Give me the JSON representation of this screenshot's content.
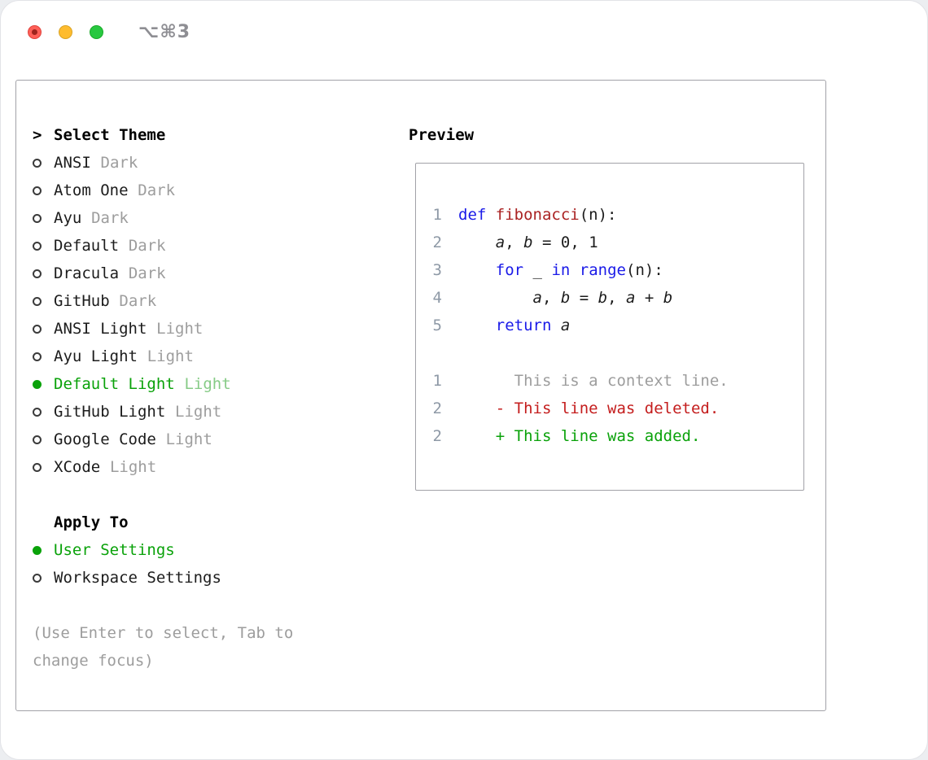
{
  "palette": {
    "green": "#0aa20a",
    "green-dim": "#86cb86",
    "blue": "#1a1ae8",
    "red-fn": "#aa2222",
    "red-del": "#c41d1d",
    "gray": "#9d9d9d",
    "lineno": "#8e99a6",
    "text": "#1c1c1c",
    "border": "#a2a2a8",
    "titlebar-gray": "#8e8e93",
    "btn-red": "#ff5f57",
    "btn-yellow": "#febc2e",
    "btn-green": "#28c840"
  },
  "window": {
    "title": "⌥⌘3"
  },
  "theme_selector": {
    "prompt": ">",
    "title": "Select Theme",
    "items": [
      {
        "name": "ANSI",
        "variant": "Dark",
        "selected": false
      },
      {
        "name": "Atom One",
        "variant": "Dark",
        "selected": false
      },
      {
        "name": "Ayu",
        "variant": "Dark",
        "selected": false
      },
      {
        "name": "Default",
        "variant": "Dark",
        "selected": false
      },
      {
        "name": "Dracula",
        "variant": "Dark",
        "selected": false
      },
      {
        "name": "GitHub",
        "variant": "Dark",
        "selected": false
      },
      {
        "name": "ANSI Light",
        "variant": "Light",
        "selected": false
      },
      {
        "name": "Ayu Light",
        "variant": "Light",
        "selected": false
      },
      {
        "name": "Default Light",
        "variant": "Light",
        "selected": true
      },
      {
        "name": "GitHub Light",
        "variant": "Light",
        "selected": false
      },
      {
        "name": "Google Code",
        "variant": "Light",
        "selected": false
      },
      {
        "name": "XCode",
        "variant": "Light",
        "selected": false
      }
    ]
  },
  "apply_to": {
    "title": "Apply To",
    "options": [
      {
        "label": "User Settings",
        "selected": true
      },
      {
        "label": "Workspace Settings",
        "selected": false
      }
    ]
  },
  "hint": "(Use Enter to select, Tab to change focus)",
  "preview": {
    "title": "Preview",
    "rows": [
      {
        "num": "1",
        "segments": [
          {
            "text": "def",
            "style": "kw"
          },
          {
            "text": " "
          },
          {
            "text": "fibonacci",
            "style": "fn"
          },
          {
            "text": "(n):"
          }
        ]
      },
      {
        "num": "2",
        "segments": [
          {
            "text": "    "
          },
          {
            "text": "a",
            "style": "it"
          },
          {
            "text": ", "
          },
          {
            "text": "b",
            "style": "it"
          },
          {
            "text": " = 0, 1"
          }
        ]
      },
      {
        "num": "3",
        "segments": [
          {
            "text": "    "
          },
          {
            "text": "for",
            "style": "kw"
          },
          {
            "text": " "
          },
          {
            "text": "_",
            "style": "it"
          },
          {
            "text": " "
          },
          {
            "text": "in",
            "style": "kw"
          },
          {
            "text": " "
          },
          {
            "text": "range",
            "style": "kw"
          },
          {
            "text": "(n):"
          }
        ]
      },
      {
        "num": "4",
        "segments": [
          {
            "text": "        "
          },
          {
            "text": "a",
            "style": "it"
          },
          {
            "text": ", "
          },
          {
            "text": "b",
            "style": "it"
          },
          {
            "text": " = "
          },
          {
            "text": "b",
            "style": "it"
          },
          {
            "text": ", "
          },
          {
            "text": "a",
            "style": "it"
          },
          {
            "text": " + "
          },
          {
            "text": "b",
            "style": "it"
          }
        ]
      },
      {
        "num": "5",
        "segments": [
          {
            "text": "    "
          },
          {
            "text": "return",
            "style": "kw"
          },
          {
            "text": " "
          },
          {
            "text": "a",
            "style": "it"
          }
        ]
      },
      {
        "num": "",
        "segments": []
      },
      {
        "num": "1",
        "segments": [
          {
            "text": "      This is a context line.",
            "style": "ctx"
          }
        ]
      },
      {
        "num": "2",
        "segments": [
          {
            "text": "    - This line was deleted.",
            "style": "del"
          }
        ]
      },
      {
        "num": "2",
        "segments": [
          {
            "text": "    + This line was added.",
            "style": "add"
          }
        ]
      }
    ]
  }
}
